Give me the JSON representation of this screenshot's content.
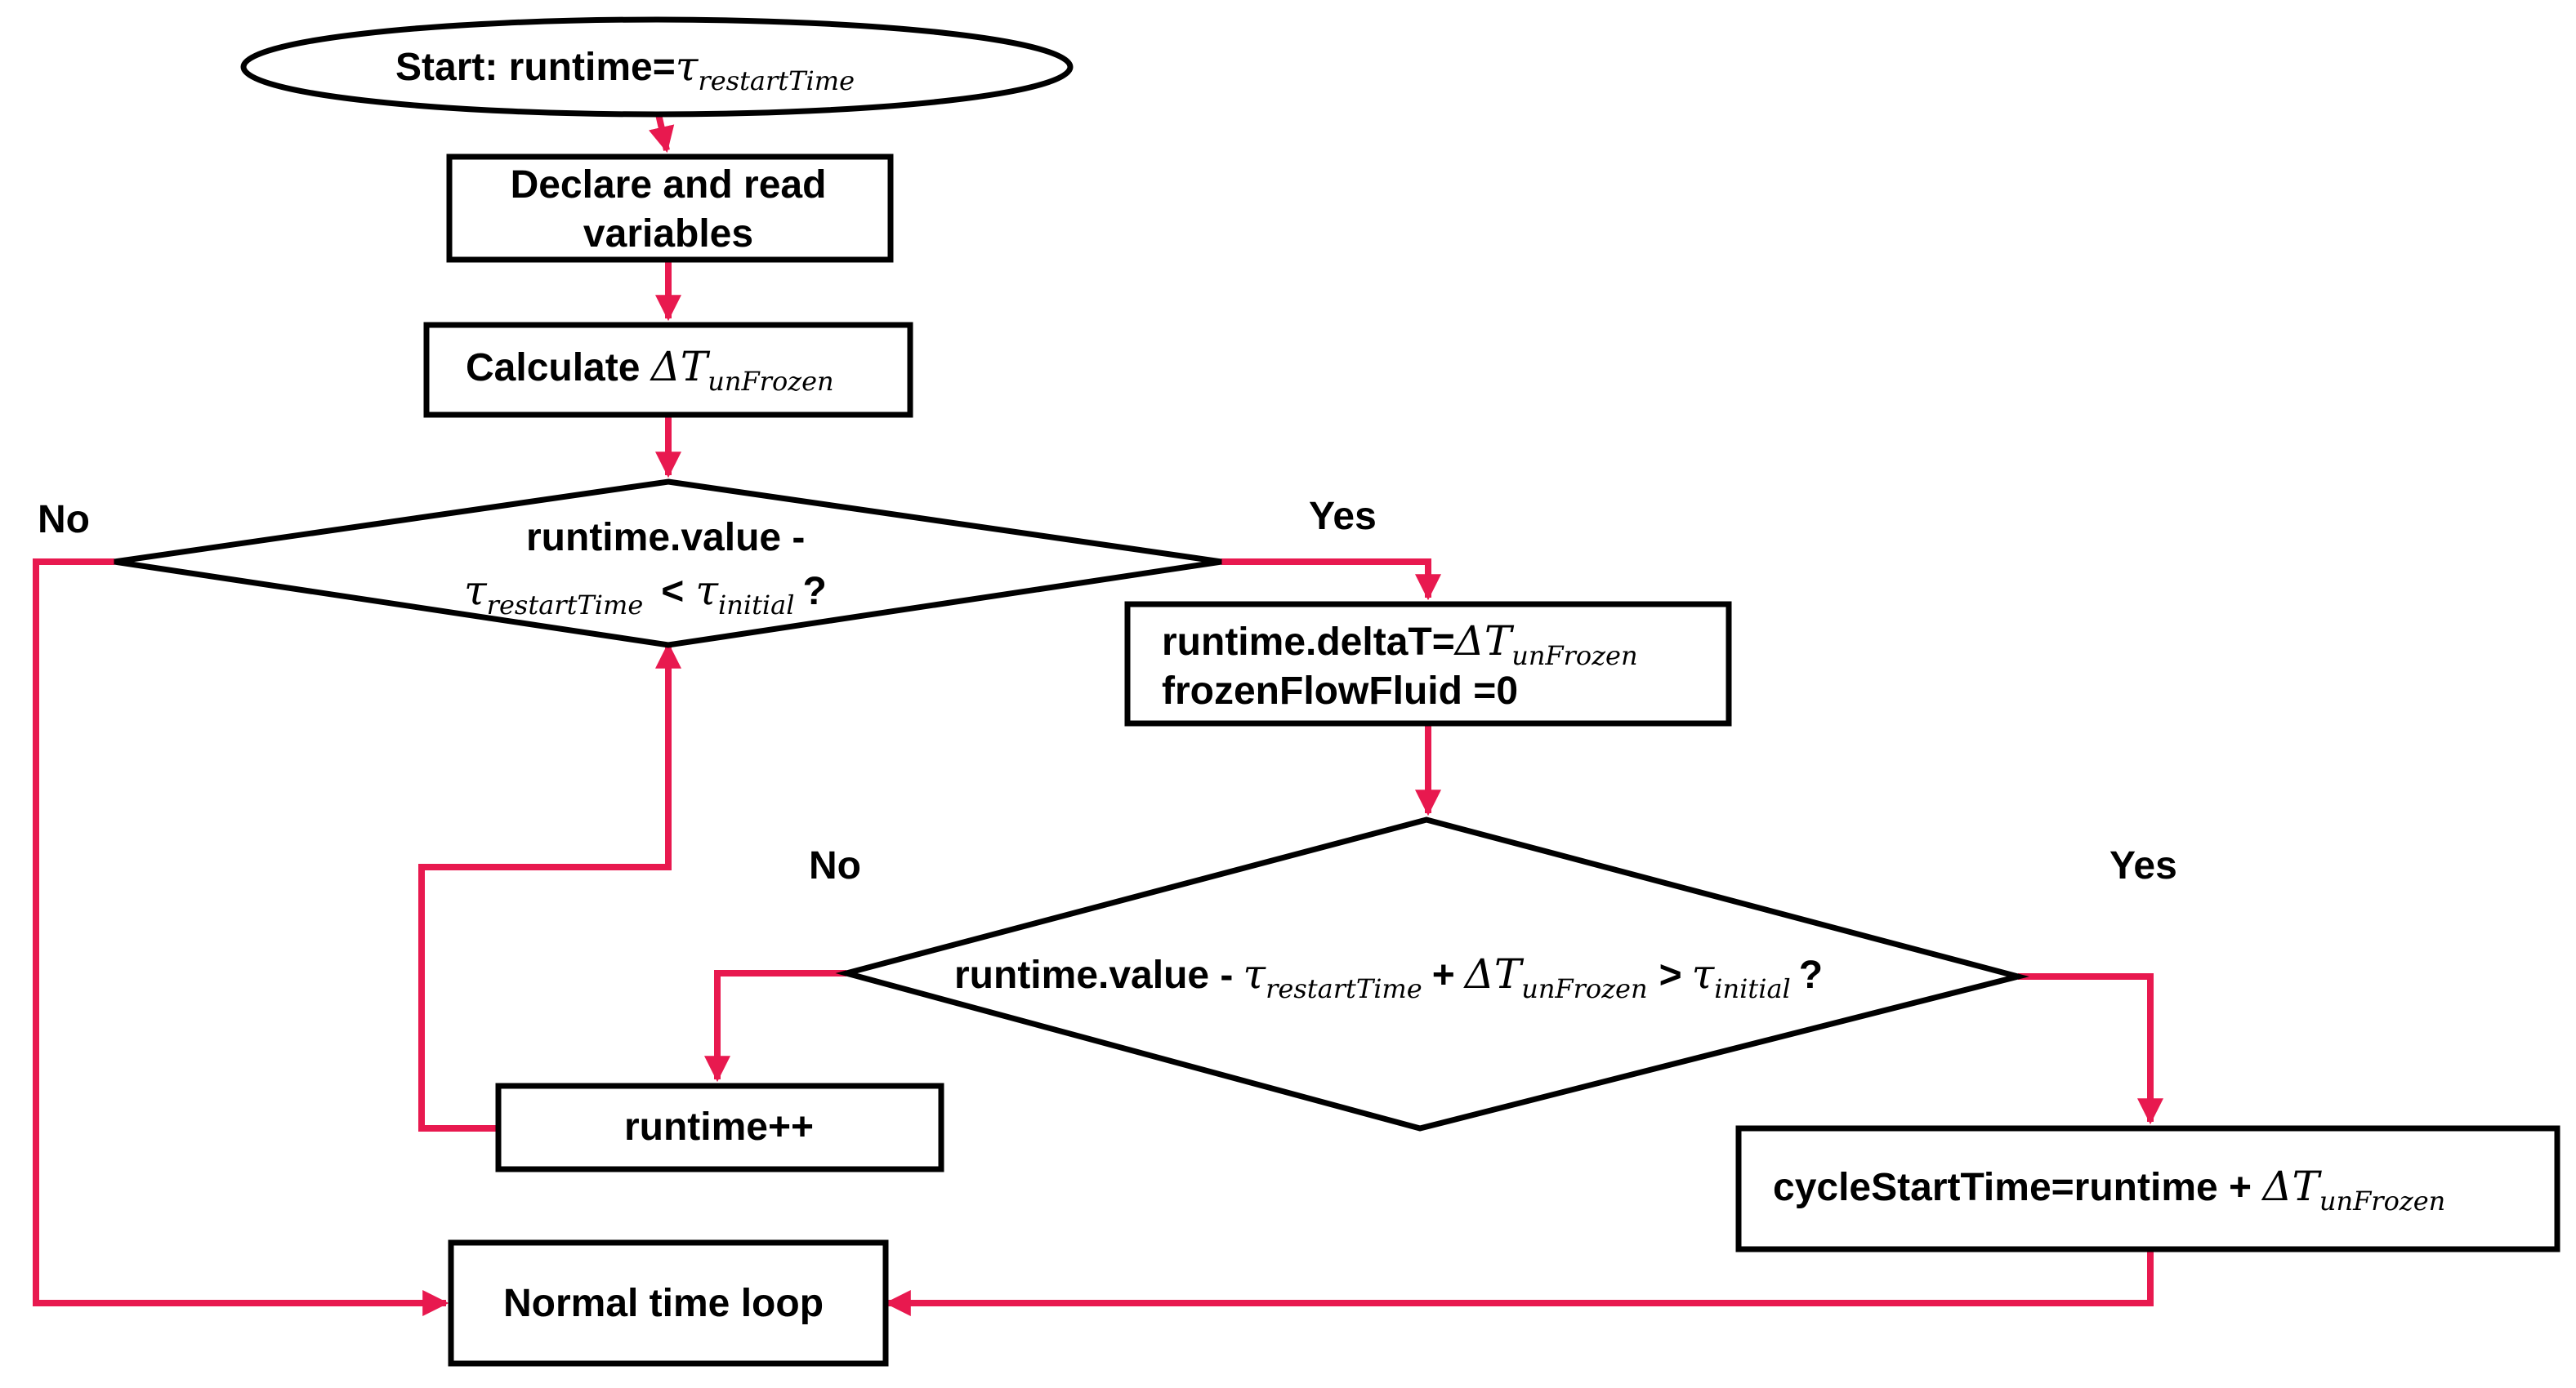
{
  "colors": {
    "connector": "#e8194f",
    "outline": "#000000",
    "background": "#ffffff"
  },
  "nodes": {
    "start": {
      "label": "Start: runtime=",
      "symbol": "τ",
      "subscript": "restartTime"
    },
    "declare": {
      "line1": "Declare and read",
      "line2": "variables"
    },
    "calculate": {
      "label": "Calculate ",
      "symbol": "ΔT",
      "subscript": "unFrozen"
    },
    "decision1": {
      "line1": "runtime.value -",
      "tau": "τ",
      "sub1": "restartTime",
      "lt": "<",
      "sub2": "initial",
      "q": "?"
    },
    "set_delta": {
      "line1_text": "runtime.deltaT=",
      "symbol": "ΔT",
      "subscript": "unFrozen",
      "line2": "frozenFlowFluid =0"
    },
    "decision2": {
      "text": "runtime.value -",
      "tau": "τ",
      "sub1": "restartTime",
      "plus": "+",
      "delta": "ΔT",
      "sub2": "unFrozen",
      "gt": ">",
      "sub3": "initial",
      "q": "?"
    },
    "increment": {
      "label": "runtime++"
    },
    "cycle": {
      "label": "cycleStartTime=runtime + ",
      "symbol": "ΔT",
      "subscript": "unFrozen"
    },
    "normal": {
      "label": "Normal time loop"
    }
  },
  "branch_labels": {
    "d1_no": "No",
    "d1_yes": "Yes",
    "d2_no": "No",
    "d2_yes": "Yes"
  }
}
